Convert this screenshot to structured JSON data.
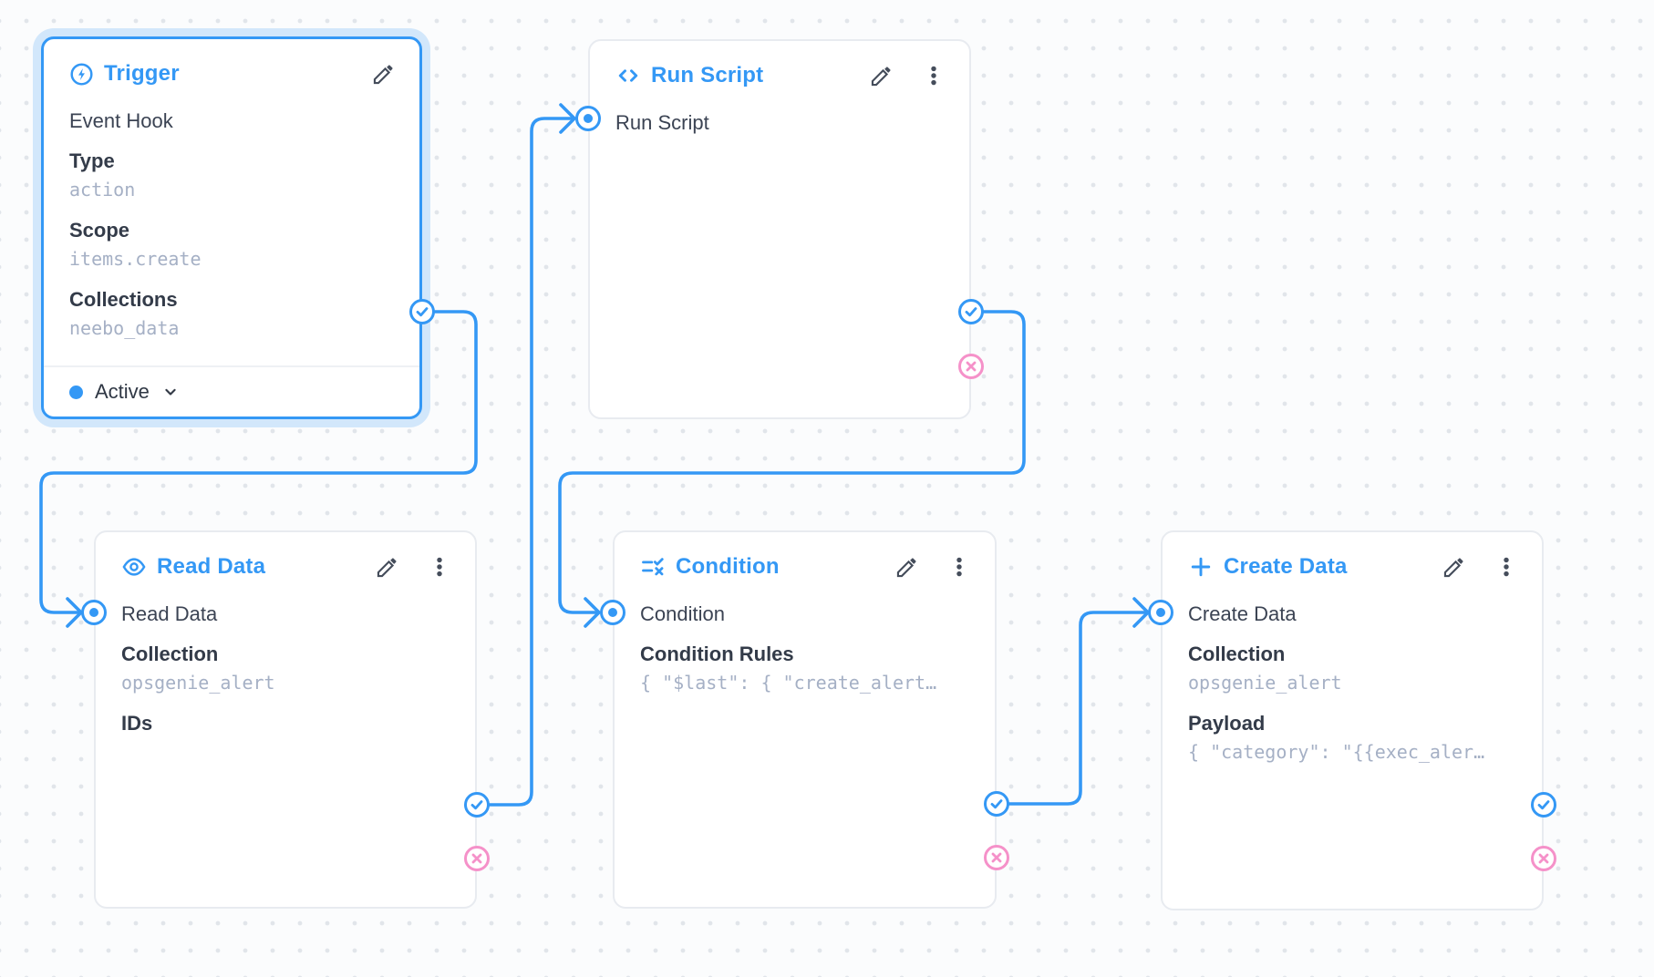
{
  "colors": {
    "accent_blue": "#3498f5",
    "reject_pink": "#f591c9",
    "text_dark": "#333b49",
    "value_gray": "#a5b0c5"
  },
  "nodes": {
    "trigger": {
      "title": "Trigger",
      "icon": "bolt-circle-icon",
      "name": "Event Hook",
      "fields": [
        {
          "label": "Type",
          "value": "action"
        },
        {
          "label": "Scope",
          "value": "items.create"
        },
        {
          "label": "Collections",
          "value": "neebo_data"
        }
      ],
      "status": {
        "label": "Active"
      }
    },
    "run_script": {
      "title": "Run Script",
      "icon": "code-icon",
      "name": "Run Script"
    },
    "read_data": {
      "title": "Read Data",
      "icon": "eye-icon",
      "name": "Read Data",
      "fields": [
        {
          "label": "Collection",
          "value": "opsgenie_alert"
        },
        {
          "label": "IDs",
          "value": ""
        }
      ]
    },
    "condition": {
      "title": "Condition",
      "icon": "rule-icon",
      "name": "Condition",
      "fields": [
        {
          "label": "Condition Rules",
          "value": "{ \"$last\": { \"create_alert…"
        }
      ]
    },
    "create_data": {
      "title": "Create Data",
      "icon": "plus-icon",
      "name": "Create Data",
      "fields": [
        {
          "label": "Collection",
          "value": "opsgenie_alert"
        },
        {
          "label": "Payload",
          "value": "{ \"category\": \"{{exec_aler…"
        }
      ]
    }
  }
}
